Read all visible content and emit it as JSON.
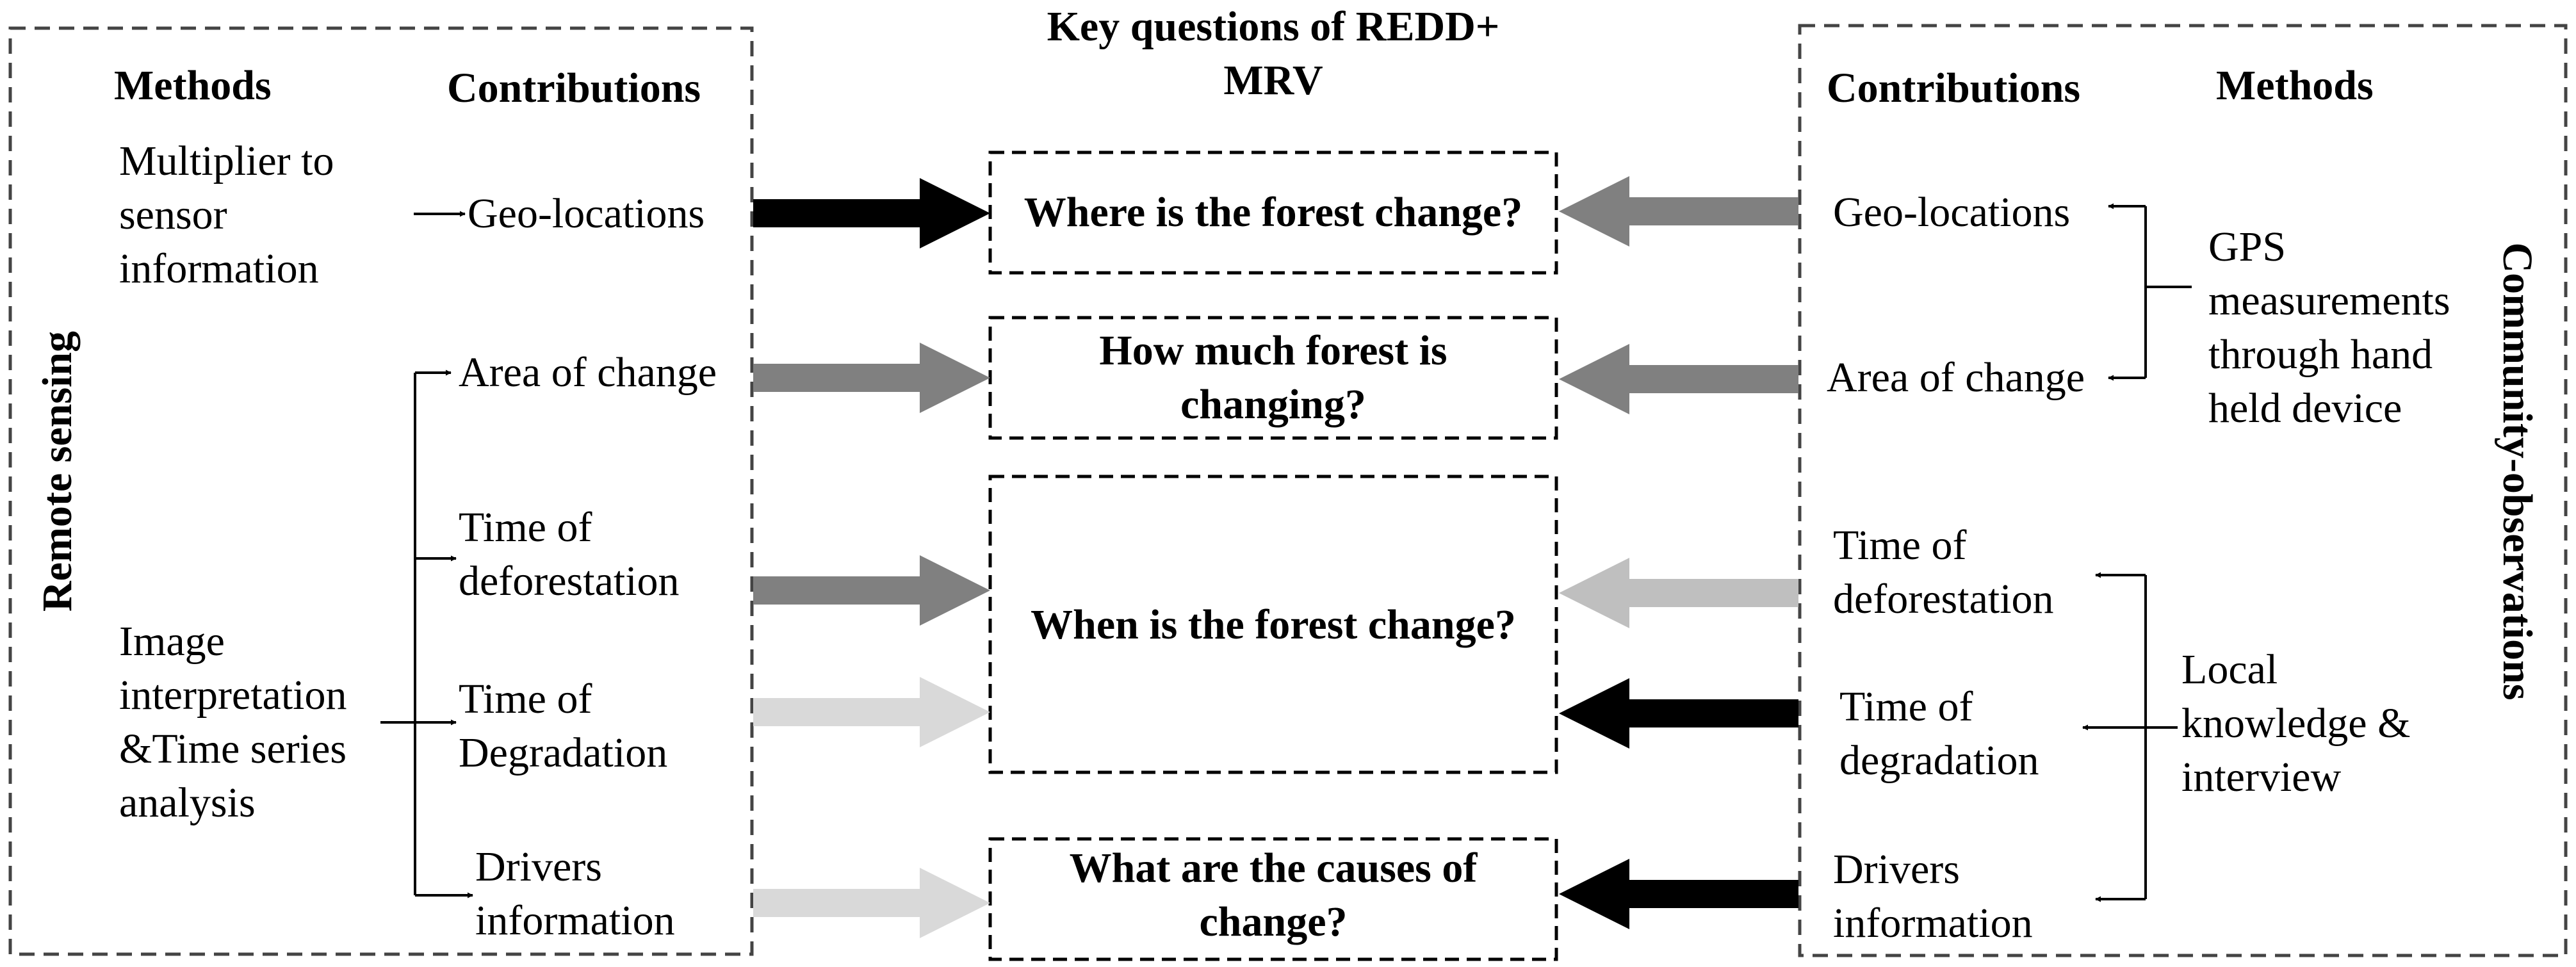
{
  "title": "Key questions of REDD+\nMRV",
  "left": {
    "side_label": "Remote sensing",
    "methods_header": "Methods",
    "contributions_header": "Contributions",
    "method_sensor": "Multiplier to\nsensor\ninformation",
    "method_image": "Image\ninterpretation\n&Time series\nanalysis",
    "contributions": [
      "Geo-locations",
      "Area of change",
      "Time of\ndeforestation",
      "Time of\nDegradation",
      "Drivers\ninformation"
    ]
  },
  "questions": [
    "Where is the forest change?",
    "How much forest is\nchanging?",
    "When is the forest change?",
    "What are the causes of\nchange?"
  ],
  "right": {
    "side_label": "Community-observations",
    "contributions_header": "Contributions",
    "methods_header": "Methods",
    "contributions": [
      "Geo-locations",
      "Area of change",
      "Time of\ndeforestation",
      "Time of\ndegradation",
      "Drivers\ninformation"
    ],
    "method_gps": "GPS\nmeasurements\nthrough hand\nheld device",
    "method_local": "Local\nknowledge &\ninterview"
  },
  "arrow_colors": {
    "black": "#000000",
    "dark_gray": "#808080",
    "light_gray": "#bfbfbf",
    "pale_gray": "#d9d9d9"
  },
  "left_arrow_shades": [
    "black",
    "dark_gray",
    "dark_gray",
    "pale_gray",
    "pale_gray"
  ],
  "right_arrow_shades": [
    "dark_gray",
    "dark_gray",
    "light_gray",
    "black",
    "black"
  ]
}
